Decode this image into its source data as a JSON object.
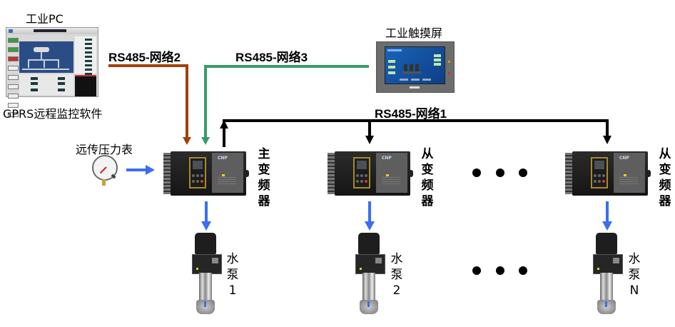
{
  "title": "多泵恒压供水变频系统网络拓扑",
  "devices": {
    "industrial_pc": {
      "label": "工业PC",
      "caption": "GPRS远程监控软件"
    },
    "touch_screen": {
      "label": "工业触摸屏"
    },
    "pressure_gauge": {
      "label": "远传压力表"
    },
    "master_vfd": {
      "label": "主变频器",
      "chars": [
        "主",
        "变",
        "频",
        "器"
      ],
      "brand": "CNP"
    },
    "slave_vfds": [
      {
        "chars": [
          "从",
          "变",
          "频",
          "器"
        ],
        "brand": "CNP"
      },
      {
        "chars": [
          "从",
          "变",
          "频",
          "器"
        ],
        "brand": "CNP"
      }
    ],
    "pumps": [
      {
        "chars": [
          "水",
          "泵",
          "1"
        ]
      },
      {
        "chars": [
          "水",
          "泵",
          "2"
        ]
      },
      {
        "chars": [
          "水",
          "泵",
          "N"
        ]
      }
    ]
  },
  "networks": {
    "net1": {
      "label": "RS485-网络1",
      "color": "#000000"
    },
    "net2": {
      "label": "RS485-网络2",
      "color": "#a0400c"
    },
    "net3": {
      "label": "RS485-网络3",
      "color": "#3a9a6a"
    },
    "signal_color": "#3b6ef0"
  },
  "ellipsis": {
    "vfd_row": "…",
    "pump_row": "…"
  }
}
